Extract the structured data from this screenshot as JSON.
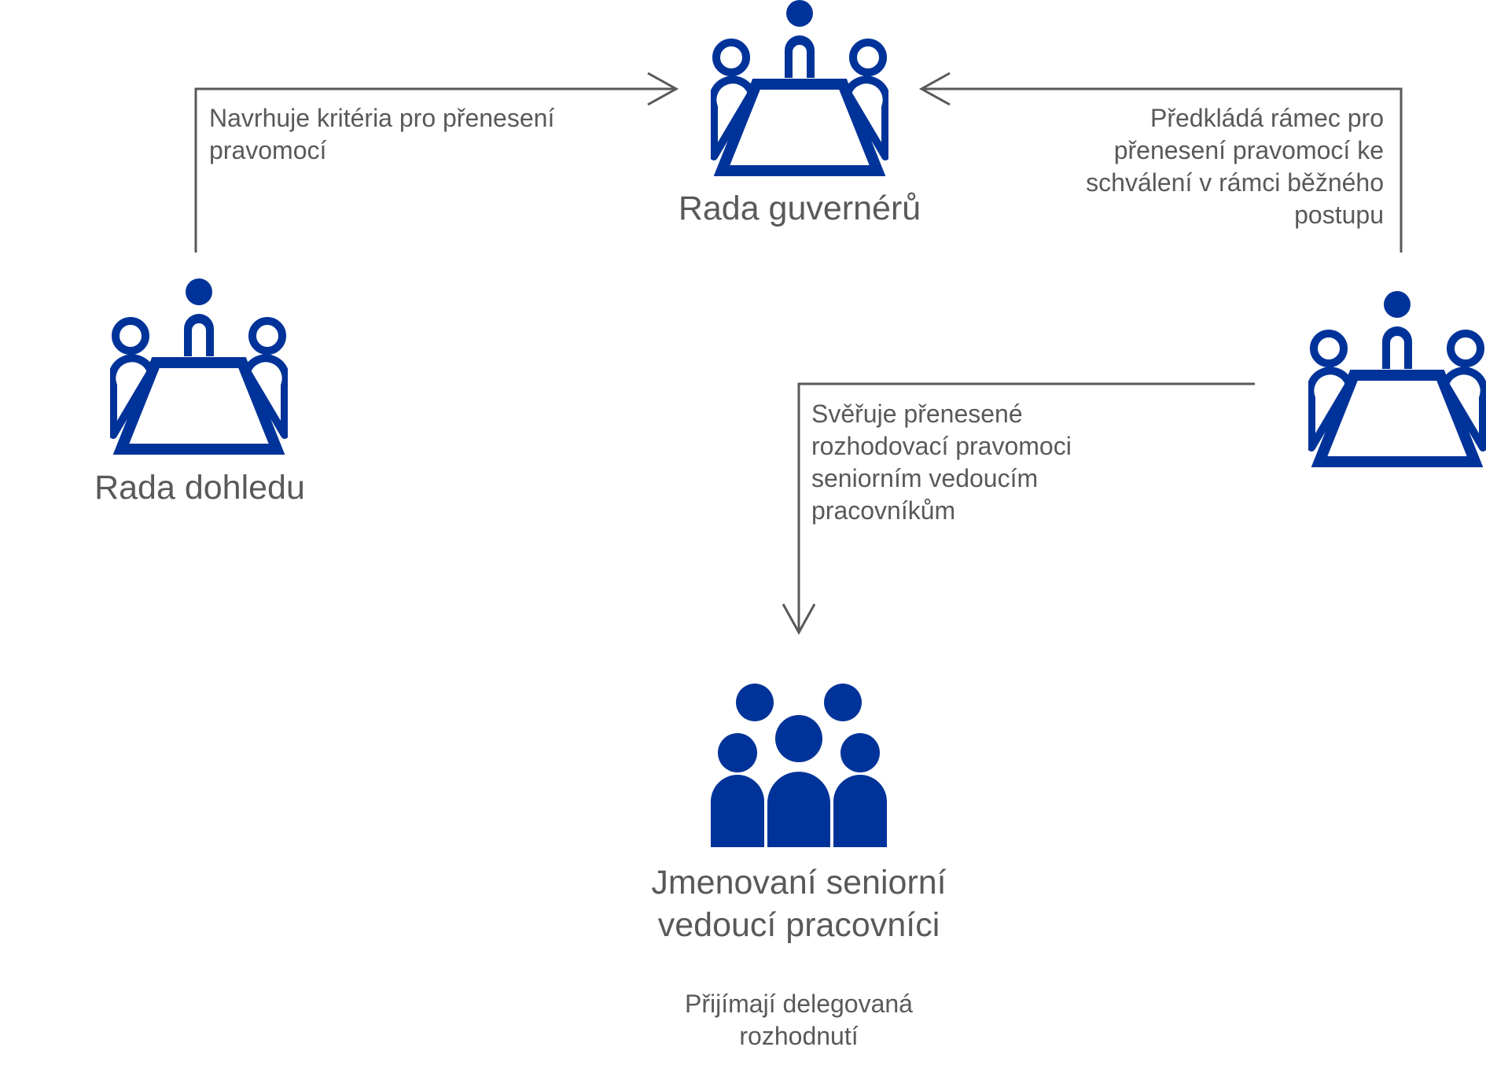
{
  "nodes": {
    "governing_council": {
      "title": "Rada guvernérů",
      "icon": "meeting-table-icon"
    },
    "supervisory_board": {
      "title": "Rada dohledu",
      "icon": "meeting-table-icon"
    },
    "right_body": {
      "title": "",
      "icon": "meeting-table-icon"
    },
    "senior_managers": {
      "title": "Jmenovaní seniorní\nvedoucí pracovníci",
      "icon": "people-group-icon",
      "note": "Přijímají delegovaná\nrozhodnutí"
    }
  },
  "edges": {
    "supervisory_to_council": "Navrhuje kritéria pro přenesení\npravomocí",
    "right_to_council": "Předkládá rámec pro\npřenesení pravomocí ke\nschválení v rámci běžného\npostupu",
    "right_to_senior": "Svěřuje přenesené\nrozhodovací pravomoci\nseniorním vedoucím\npracovníkům"
  },
  "colors": {
    "icon": "#003399",
    "line": "#595959",
    "text": "#595959"
  }
}
